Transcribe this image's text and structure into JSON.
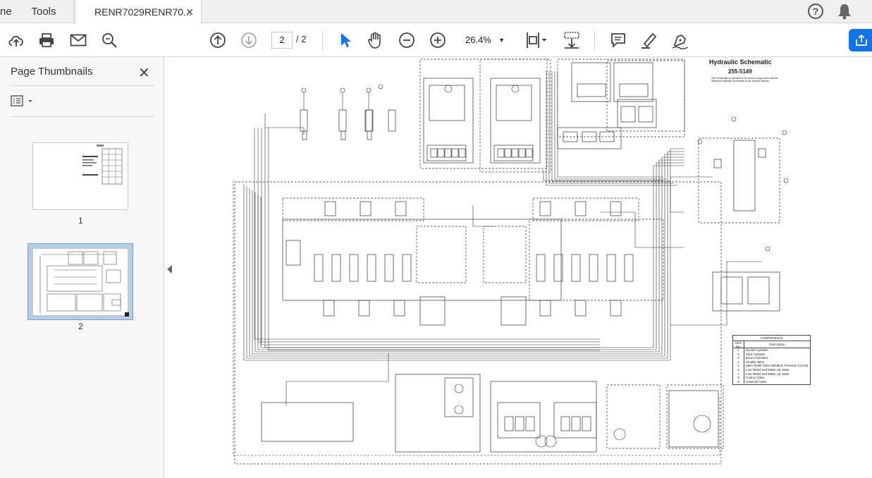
{
  "tabs": {
    "home_label": "ne",
    "tools_label": "Tools",
    "doc_label": "RENR7029RENR70...",
    "close_glyph": "✕"
  },
  "toolbar": {
    "page_current": "2",
    "page_total": "/ 2",
    "zoom": "26.4%",
    "share_color": "#1473e6"
  },
  "sidebar": {
    "title": "Page Thumbnails",
    "close_glyph": "✕",
    "thumbnails": [
      {
        "number": "1"
      },
      {
        "number": "2"
      }
    ]
  },
  "document": {
    "title": "Hydraulic Schematic",
    "number": "255-5149",
    "note": "This Schematic is intended to be used in conjunction with the Standard Hydraulic Schematic in the Service Manual.",
    "components": {
      "heading": "COMPONENTS",
      "col_item": "Item No.",
      "col_desc": "Description",
      "rows": [
        {
          "n": "1",
          "d": "Bucket Cylinder"
        },
        {
          "n": "2",
          "d": "Stick Cylinder"
        },
        {
          "n": "3",
          "d": "Boom Cylinders"
        },
        {
          "n": "4",
          "d": "Shuttle Valve"
        },
        {
          "n": "5",
          "d": "Main Relief Valve (Medium Pressure Circuit)"
        },
        {
          "n": "6",
          "d": "Line Relief and Make Up Valve"
        },
        {
          "n": "7",
          "d": "Line Relief and Make Up Valve"
        },
        {
          "n": "8",
          "d": "Control Valve"
        },
        {
          "n": "9",
          "d": "Solenoid Valve"
        }
      ]
    }
  }
}
